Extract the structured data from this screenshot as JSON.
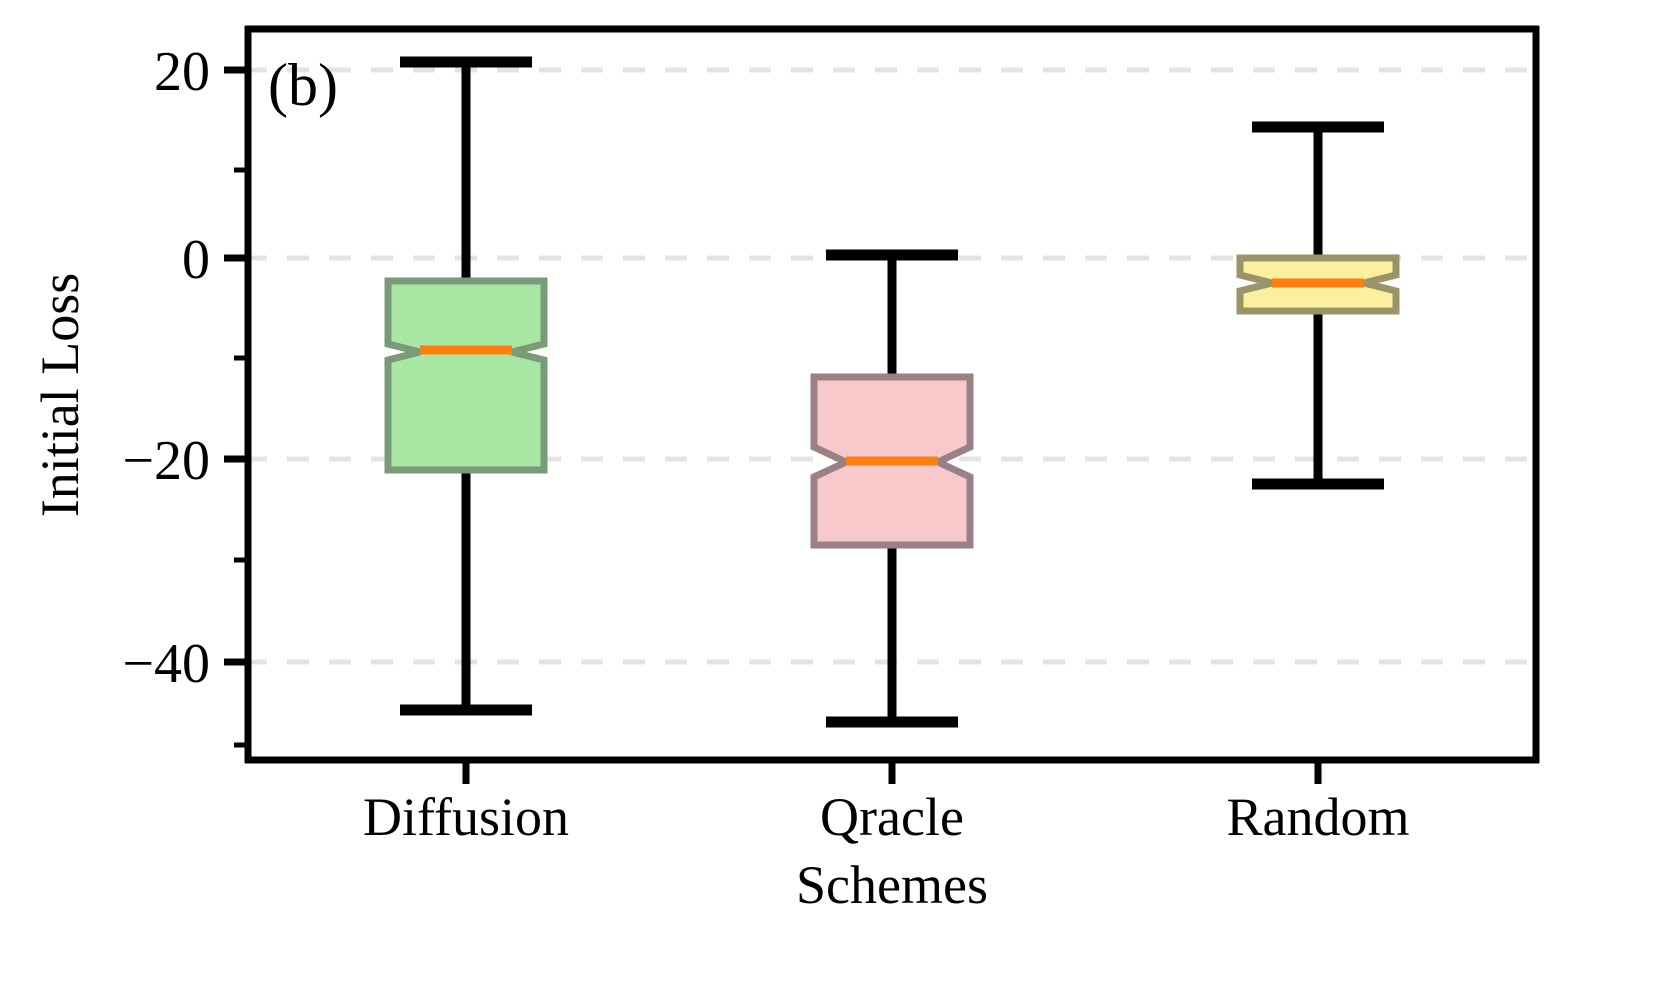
{
  "chart_data": {
    "type": "box",
    "title": "",
    "panel_label": "(b)",
    "xlabel": "Schemes",
    "ylabel": "Initial Loss",
    "categories": [
      "Diffusion",
      "Qracle",
      "Random"
    ],
    "ytick_labels": [
      "20",
      "0",
      "−20",
      "−40"
    ],
    "ytick_values": [
      20,
      0,
      -20,
      -40
    ],
    "ylim": [
      -52,
      24
    ],
    "grid": "y-dashed",
    "notched": true,
    "legend": "none",
    "median_color": "#FF7F0E",
    "whisker_color": "#000000",
    "series": [
      {
        "name": "Diffusion",
        "fill_color": "#A8E6A3",
        "edge_color": "#7A9B78",
        "whisker_low": -45.0,
        "q1": -21.5,
        "median": -10.2,
        "q3": -2.3,
        "whisker_high": 21.0,
        "notch_low": -12.5,
        "notch_high": -8.0
      },
      {
        "name": "Qracle",
        "fill_color": "#F7C9CB",
        "edge_color": "#9A8185",
        "whisker_low": -50.5,
        "q1": -31.3,
        "median": -22.5,
        "q3": -13.2,
        "whisker_high": 0.0,
        "notch_low": -25.0,
        "notch_high": -20.0
      },
      {
        "name": "Random",
        "fill_color": "#FBEFA0",
        "edge_color": "#9B9469",
        "whisker_low": -24.5,
        "q1": -5.5,
        "median": -2.7,
        "q3": -0.2,
        "whisker_high": 14.0,
        "notch_low": -3.6,
        "notch_high": -1.8
      }
    ]
  },
  "axes": {
    "ylabel": "Initial Loss",
    "xlabel": "Schemes",
    "panel_label": "(b)",
    "ytick_0": "20",
    "ytick_1": "0",
    "ytick_2": "−20",
    "ytick_3": "−40",
    "xtick_0": "Diffusion",
    "xtick_1": "Qracle",
    "xtick_2": "Random"
  },
  "colors": {
    "background": "#FFFFFF",
    "grid": "#E4E4E4",
    "spine": "#000000",
    "median": "#FF7F0E"
  }
}
